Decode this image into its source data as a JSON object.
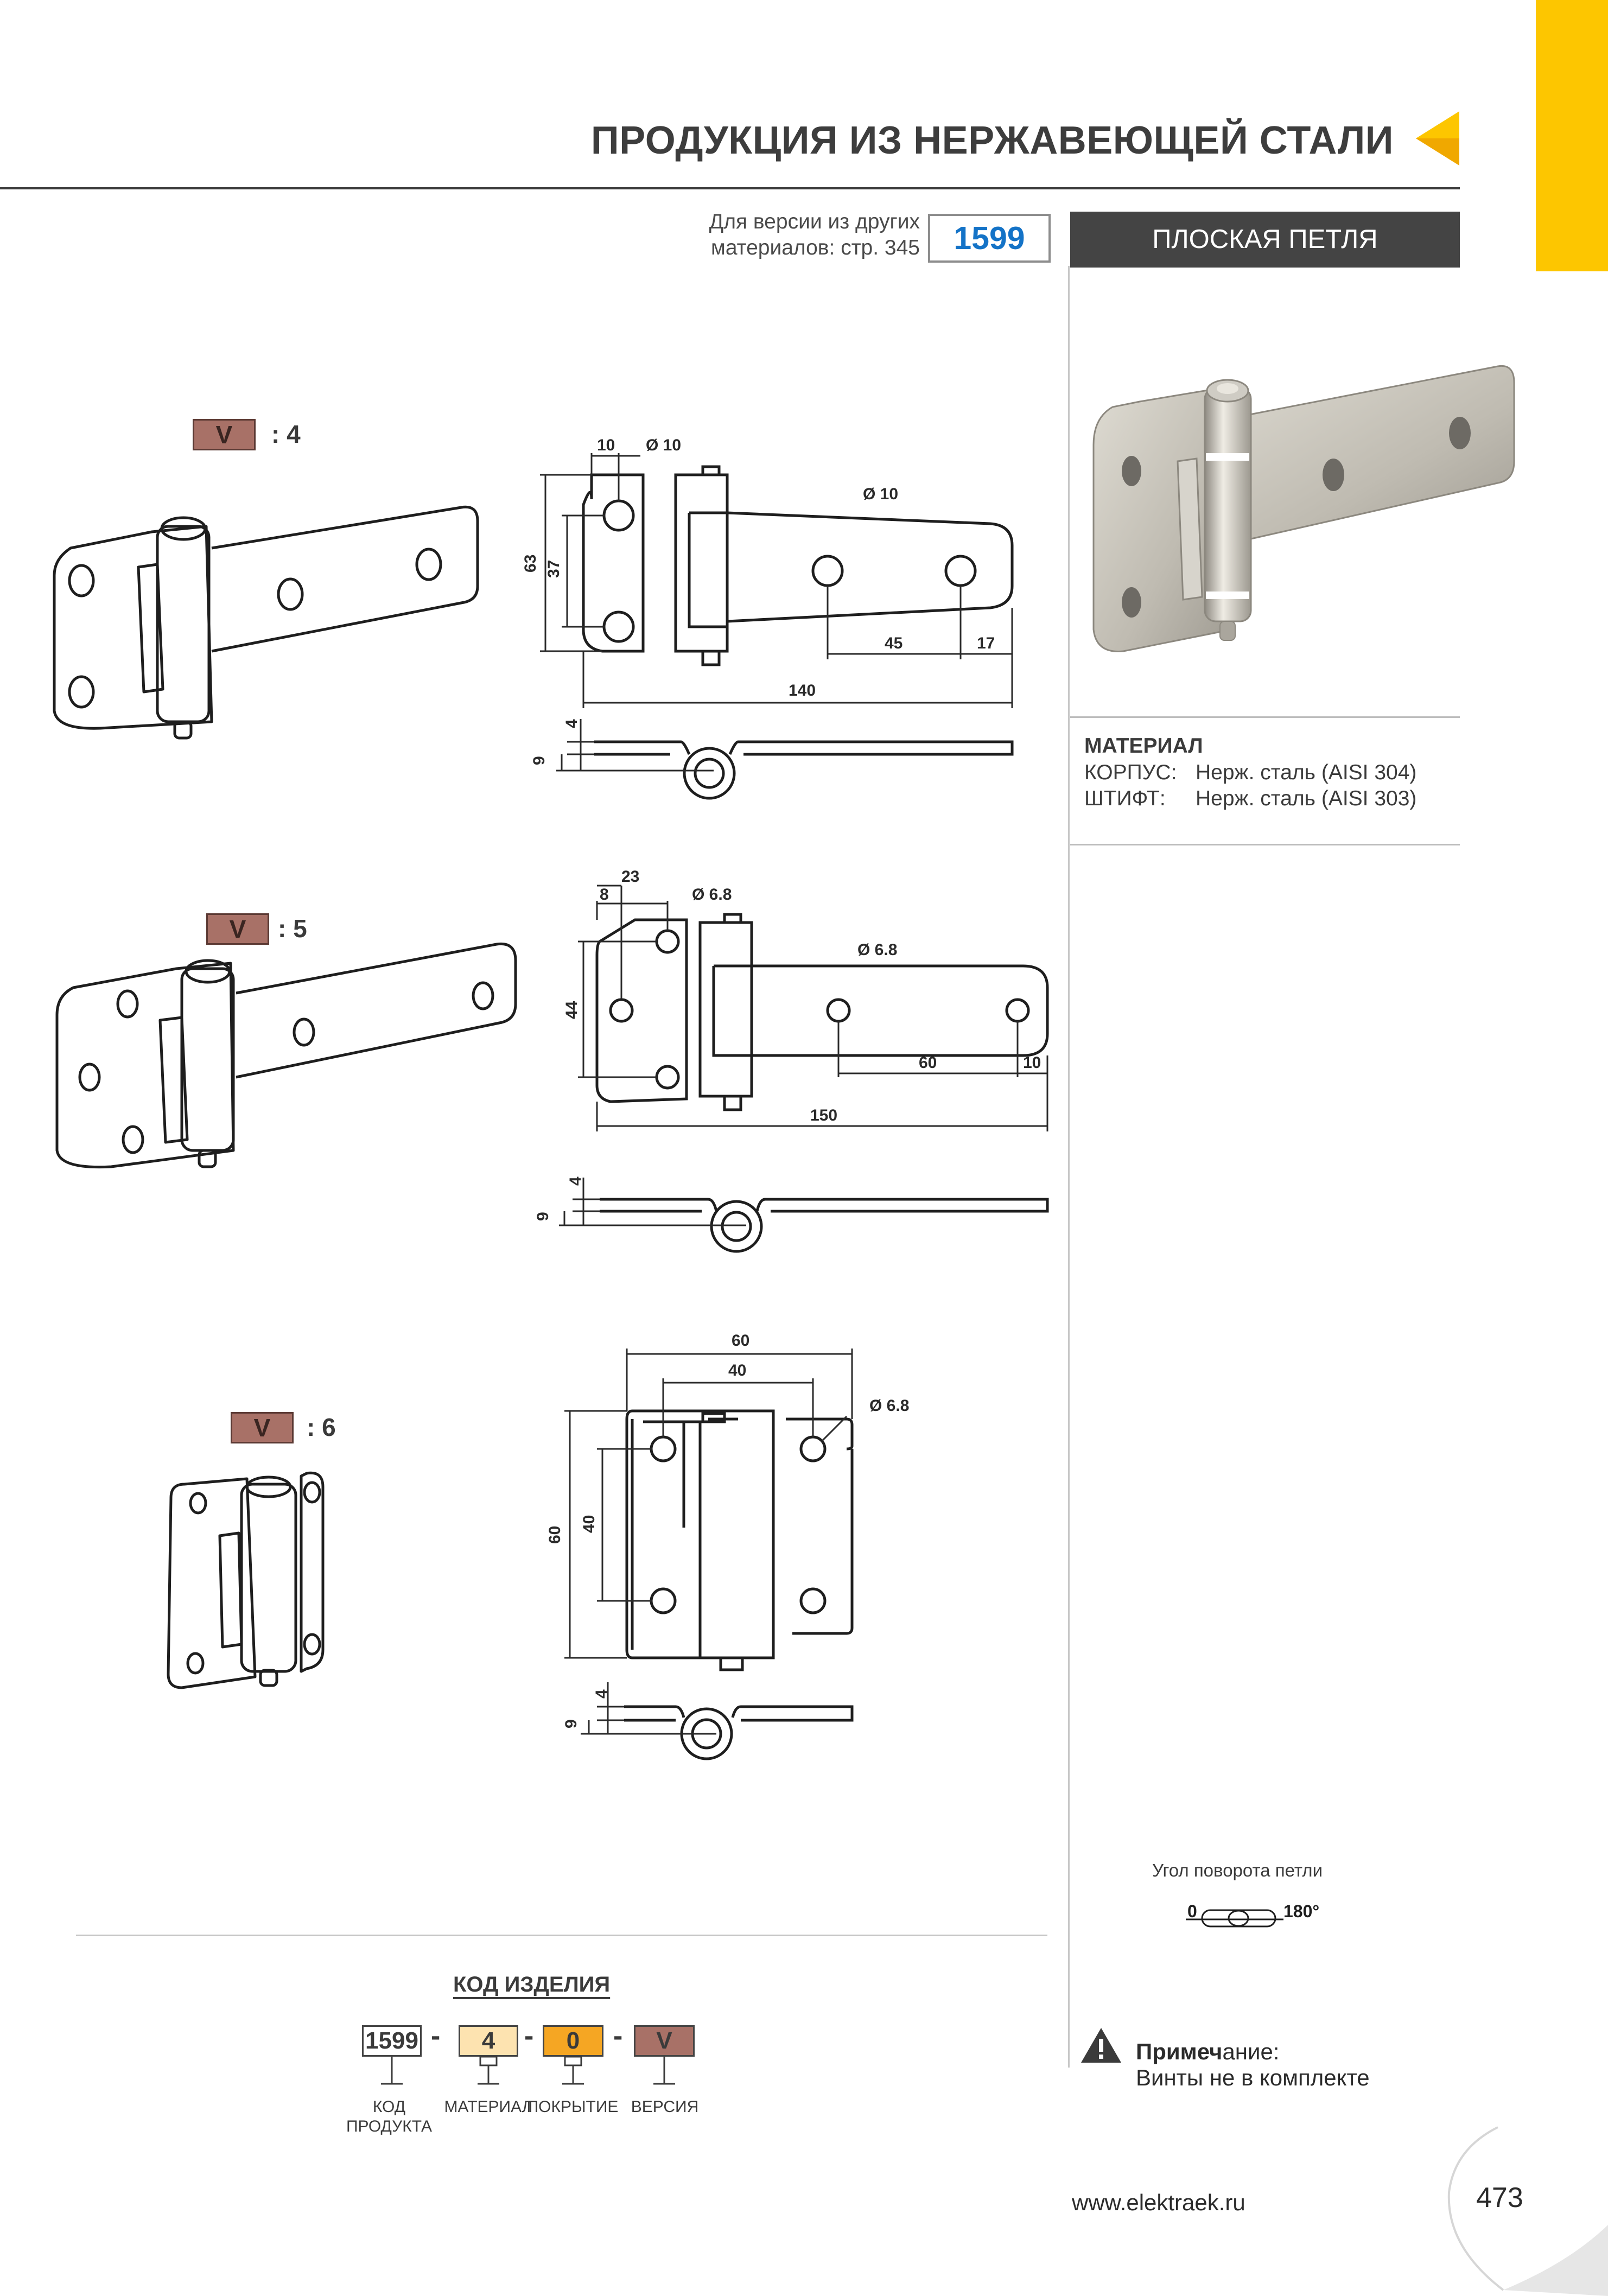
{
  "header": {
    "title": "ПРОДУКЦИЯ ИЗ НЕРЖАВЕЮЩЕЙ СТАЛИ",
    "other_versions_line1": "Для версии из других",
    "other_versions_line2": "материалов: стр. 345",
    "product_code": "1599",
    "product_name": "ПЛОСКАЯ ПЕТЛЯ"
  },
  "material": {
    "title": "МАТЕРИАЛ",
    "rows": [
      {
        "label": "КОРПУС:",
        "value": "Нерж. сталь (AISI 304)"
      },
      {
        "label": "ШТИФТ:",
        "value": "Нерж. сталь (AISI 303)"
      }
    ]
  },
  "versions": [
    {
      "badge": "V",
      "ratio": ": 4",
      "dims": {
        "w_top": "10",
        "hole_left": "Ø 10",
        "hole_right": "Ø 10",
        "h_total": "63",
        "h_inner": "37",
        "spacing": "45",
        "edge": "17",
        "length": "140",
        "thick": "4",
        "height": "9"
      }
    },
    {
      "badge": "V",
      "ratio": ": 5",
      "dims": {
        "w_top": "23",
        "w_inner": "8",
        "hole_left": "Ø 6.8",
        "hole_right": "Ø 6.8",
        "h_total": "44",
        "spacing": "60",
        "edge": "10",
        "length": "150",
        "thick": "4",
        "height": "9"
      }
    },
    {
      "badge": "V",
      "ratio": ": 6",
      "dims": {
        "width": "60",
        "spacing": "40",
        "hole": "Ø 6.8",
        "h_total": "60",
        "h_inner": "40",
        "thick": "4",
        "height": "9"
      }
    }
  ],
  "angle": {
    "caption": "Угол поворота петли",
    "from": "0",
    "to": "180°"
  },
  "note": {
    "title_bold": "Примеч",
    "title_rest": "ание:",
    "text": "Винты не в комплекте"
  },
  "product_code": {
    "heading": "КОД ИЗДЕЛИЯ",
    "cells": [
      {
        "value": "1599",
        "color": "#ffffff",
        "caption": "КОД\nПРОДУКТА"
      },
      {
        "value": "4",
        "color": "#fde3b0",
        "caption": "МАТЕРИАЛ"
      },
      {
        "value": "0",
        "color": "#f5a623",
        "caption": "ПОКРЫТИЕ"
      },
      {
        "value": "V",
        "color": "#a87167",
        "caption": "ВЕРСИЯ"
      }
    ],
    "dash": "-"
  },
  "footer": {
    "website": "www.elektraek.ru",
    "page": "473"
  },
  "colors": {
    "accent_yellow": "#fdc600",
    "code_blue": "#1473c7",
    "dark_box": "#444444",
    "version_badge": "#a87167"
  }
}
